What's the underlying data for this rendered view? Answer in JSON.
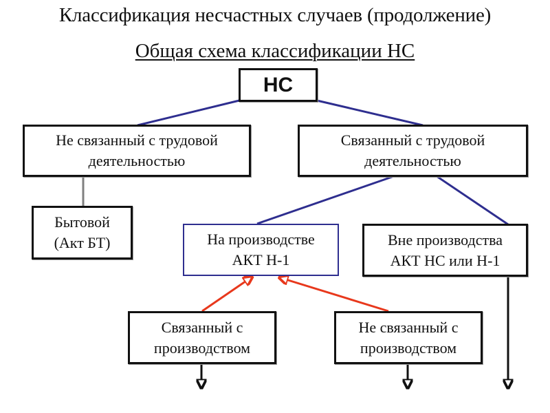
{
  "slide": {
    "title": "Классификация несчастных случаев (продолжение)",
    "subtitle": "Общая схема классификации НС"
  },
  "colors": {
    "tree_line": "#2e2e8f",
    "arrow_red": "#e8381c",
    "connector_gray": "#808080",
    "box_border": "#111111"
  },
  "nodes": {
    "root": {
      "label": "НС"
    },
    "not_work": {
      "line1": "Не связанный с трудовой",
      "line2": "деятельностью"
    },
    "work": {
      "line1": "Связанный с трудовой",
      "line2": "деятельностью"
    },
    "household": {
      "line1": "Бытовой",
      "line2": "(Акт БТ)"
    },
    "at_production": {
      "line1": "На производстве",
      "line2": "АКТ Н-1"
    },
    "outside_production": {
      "line1": "Вне производства",
      "line2": "АКТ НС или Н-1"
    },
    "related_production": {
      "line1": "Связанный с",
      "line2": "производством"
    },
    "not_related_production": {
      "line1": "Не связанный с",
      "line2": "производством"
    }
  },
  "edges": [
    {
      "from": "root",
      "to": "not_work",
      "style": "blue-line"
    },
    {
      "from": "root",
      "to": "work",
      "style": "blue-line"
    },
    {
      "from": "not_work",
      "to": "household",
      "style": "gray-line"
    },
    {
      "from": "work",
      "to": "at_production",
      "style": "blue-line"
    },
    {
      "from": "work",
      "to": "outside_production",
      "style": "blue-line"
    },
    {
      "from": "related_production",
      "to": "at_production",
      "style": "red-arrow"
    },
    {
      "from": "not_related_production",
      "to": "at_production",
      "style": "red-arrow"
    },
    {
      "from": "related_production",
      "to": "continuation",
      "style": "black-arrow-down"
    },
    {
      "from": "not_related_production",
      "to": "continuation",
      "style": "black-arrow-down"
    },
    {
      "from": "outside_production",
      "to": "continuation",
      "style": "black-arrow-down"
    }
  ]
}
